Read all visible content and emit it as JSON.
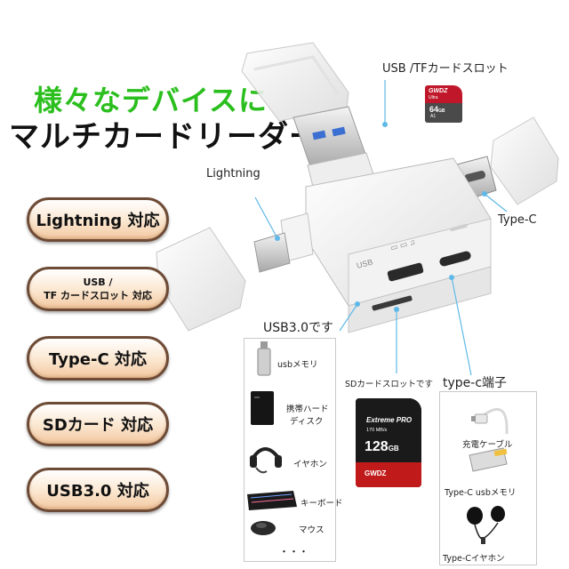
{
  "headline": {
    "line1": "様々なデバイスに",
    "line2": "マルチカードリーダー"
  },
  "features": [
    {
      "line1": "Lightning 対応"
    },
    {
      "line1": "USB /",
      "line2": "TF カードスロット 対応"
    },
    {
      "line1": "Type-C 対応"
    },
    {
      "line1": "SDカード 対応"
    },
    {
      "line1": "USB3.0 対応"
    }
  ],
  "callouts": {
    "usb_tf_slot": "USB /TFカードスロット",
    "lightning": "Lightning",
    "type_c": "Type-C",
    "usb30": "USB3.0です",
    "sd_slot": "SDカードスロットです",
    "type_c_port": "type-c端子"
  },
  "devices_usb": [
    {
      "line1": "usbメモリ"
    },
    {
      "line1": "携帯ハード",
      "line2": "ディスク"
    },
    {
      "line1": "イヤホン"
    },
    {
      "line1": "キーボード"
    },
    {
      "line1": "マウス"
    }
  ],
  "ellipsis": "・・・",
  "devices_typec": [
    {
      "line1": "充電ケーブル"
    },
    {
      "line1": "Type-C usbメモリ"
    },
    {
      "line1": "Type-Cイヤホン"
    }
  ],
  "microsd_card": {
    "brand": "GWDZ",
    "line": "Ultra",
    "capacity": "64",
    "unit": "GB",
    "class": "A1"
  },
  "sd_card": {
    "line": "Extreme PRO",
    "speed": "170 MB/s",
    "capacity": "128",
    "unit": "GB",
    "brand": "GWDZ"
  },
  "colors": {
    "headline_green": "#2bbf1e",
    "pill_border": "#6e4b36",
    "pill_fill": "#f2c8a0",
    "callout_line": "#5fb9e8"
  }
}
